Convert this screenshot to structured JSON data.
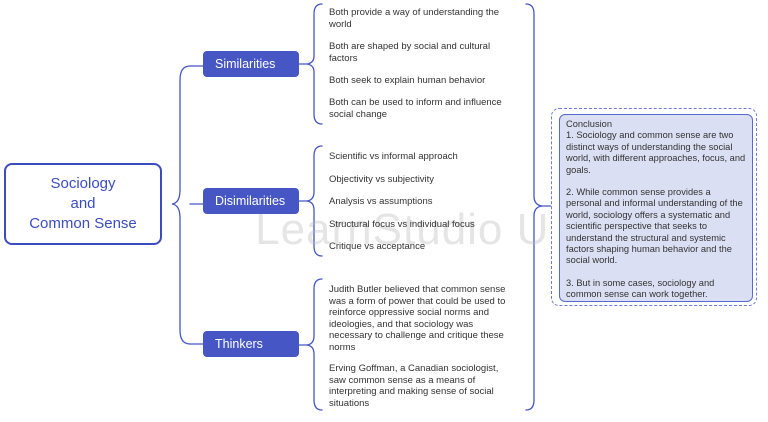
{
  "root": {
    "label_lines": [
      "Sociology",
      "and",
      "Common Sense"
    ]
  },
  "branches": [
    {
      "label": "Similarities",
      "leaves": [
        "Both provide a way of understanding the world",
        "Both are shaped by social and cultural factors",
        "Both seek to explain human behavior",
        "Both can be used to inform and influence social change"
      ]
    },
    {
      "label": "Disimilarities",
      "leaves": [
        "Scientific vs informal approach",
        "Objectivity vs subjectivity",
        "Analysis vs assumptions",
        "Structural focus vs individual focus",
        "Critique vs acceptance"
      ]
    },
    {
      "label": "Thinkers",
      "leaves": [
        "Judith Butler believed that common sense was a form of power that could be used to reinforce oppressive social norms and ideologies, and that sociology was necessary to challenge and critique these norms",
        "Erving Goffman, a Canadian sociologist, saw common sense as a means of interpreting and making sense of social situations"
      ]
    }
  ],
  "conclusion": {
    "title": "Conclusion",
    "points": [
      "1. Sociology and common sense are two distinct ways of understanding the social world, with different approaches, focus, and goals.",
      "2. While common sense provides a personal and informal understanding of the world, sociology offers a systematic and scientific perspective that seeks to understand the structural and systemic factors shaping human behavior and the social world.",
      "3. But in some cases, sociology and common sense can work together."
    ]
  },
  "watermark": "LearnStudio UPSC",
  "colors": {
    "node_fill": "#4656c4",
    "root_border": "#3b4cc0",
    "connector": "#4656c4",
    "conclusion_fill": "#dbdff3"
  }
}
